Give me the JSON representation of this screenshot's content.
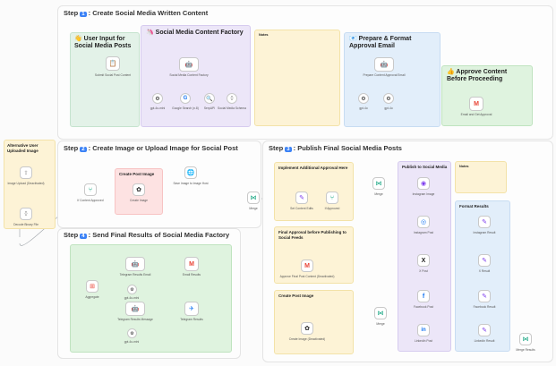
{
  "steps": {
    "step1": {
      "prefix": "Step",
      "num": "1",
      "title": ": Create Social Media Written Content"
    },
    "step2": {
      "prefix": "Step",
      "num": "2",
      "title": ": Create Image or Upload Image for Social Post"
    },
    "step3": {
      "prefix": "Step",
      "num": "3",
      "title": ": Publish Final Social Media Posts"
    },
    "step4": {
      "prefix": "Step",
      "num": "4",
      "title": ": Send Final Results of Social Media Factory"
    }
  },
  "stickies": {
    "user_input": {
      "title": "👋 User Input for Social Media Posts"
    },
    "content_factory": {
      "title": "🦄 Social Media Content Factory"
    },
    "notes": {
      "title": "Notes"
    },
    "prepare_email": {
      "title": "📧 Prepare & Format Approval Email"
    },
    "approve": {
      "title": "👍 Approve Content Before Proceeding"
    },
    "alt_upload": {
      "title": "Alternative User Uploaded Image"
    },
    "create_post_image": {
      "title": "Create Post Image"
    },
    "approval_flow": {
      "title": "Implement Additional Approval Here"
    },
    "final_approval": {
      "title": "Final Approval before Publishing to Social Feeds"
    },
    "create_post_image2": {
      "title": "Create Post Image"
    },
    "publish": {
      "title": "Publish to Social Media"
    },
    "format_results": {
      "title": "Format Results"
    },
    "note_small": {
      "title": "Notes"
    }
  },
  "nodes": {
    "form_trigger": {
      "label": "Submit Social Post Content",
      "icon": "📋"
    },
    "social_agent": {
      "label": "Social Media Content Factory",
      "icon": "🤖"
    },
    "gpt_model": {
      "label": "gpt-4o-mini",
      "icon": "⚙"
    },
    "google_search": {
      "label": "Google Search (n.8)",
      "icon": "G"
    },
    "serp": {
      "label": "SerpAPI",
      "icon": "🔍"
    },
    "output_parser": {
      "label": "Social Media Schema",
      "icon": "{}"
    },
    "prep_email": {
      "label": "Prepare Content Approval Email",
      "icon": "🤖"
    },
    "gpt_email": {
      "label": "gpt-4o",
      "icon": "⚙"
    },
    "gmail_approval": {
      "label": "Email and Get Approval",
      "icon": "M"
    },
    "upload_image": {
      "label": "Image Upload (Deactivated)",
      "icon": "⇪"
    },
    "decode_file": {
      "label": "Decode Binary File",
      "icon": "{}"
    },
    "split_social": {
      "label": "If Content Approved",
      "icon": "⑂"
    },
    "openai_image": {
      "label": "Create Image",
      "icon": "✿"
    },
    "http_image": {
      "label": "Save Image to Image Host",
      "icon": "🌐"
    },
    "merge": {
      "label": "Merge",
      "icon": "⋈"
    },
    "set_edit": {
      "label": "Set Content Edits",
      "icon": "✎"
    },
    "split2": {
      "label": "If Approved",
      "icon": "⑂"
    },
    "merge2": {
      "label": "Merge",
      "icon": "⋈"
    },
    "linkedin_post": {
      "label": "Instagram Image",
      "icon": "◉"
    },
    "instagram_post": {
      "label": "Instagram Post",
      "icon": "◎"
    },
    "x_post": {
      "label": "X Post",
      "icon": "X"
    },
    "facebook_post": {
      "label": "Facebook Post",
      "icon": "f"
    },
    "linkedin2": {
      "label": "LinkedIn Post",
      "icon": "in"
    },
    "instagram_result": {
      "label": "Instagram Result",
      "icon": "✎"
    },
    "x_result": {
      "label": "X Result",
      "icon": "✎"
    },
    "facebook_result": {
      "label": "Facebook Result",
      "icon": "✎"
    },
    "linkedin_result": {
      "label": "LinkedIn Result",
      "icon": "✎"
    },
    "merge_results": {
      "label": "Merge Results",
      "icon": "⋈"
    },
    "approval_wait": {
      "label": "Approve Final Post Content (Deactivated)",
      "icon": "M"
    },
    "create_image2": {
      "label": "Create Image (Deactivated)",
      "icon": "✿"
    },
    "aggregate": {
      "label": "Aggregate",
      "icon": "⊞"
    },
    "telegram_gmail": {
      "label": "Telegram Results Email",
      "icon": "🤖"
    },
    "gmail_results": {
      "label": "Email Results",
      "icon": "M"
    },
    "telegram_agent": {
      "label": "Telegram Results Message",
      "icon": "🤖"
    },
    "telegram_send": {
      "label": "Telegram Results",
      "icon": "✈"
    },
    "gpt_final1": {
      "label": "gpt-4o-mini",
      "icon": "⚙"
    },
    "gpt_final2": {
      "label": "gpt-4o-mini",
      "icon": "⚙"
    },
    "mini_icons": {
      "a": "◉",
      "b": "⊕",
      "c": "◎"
    }
  }
}
